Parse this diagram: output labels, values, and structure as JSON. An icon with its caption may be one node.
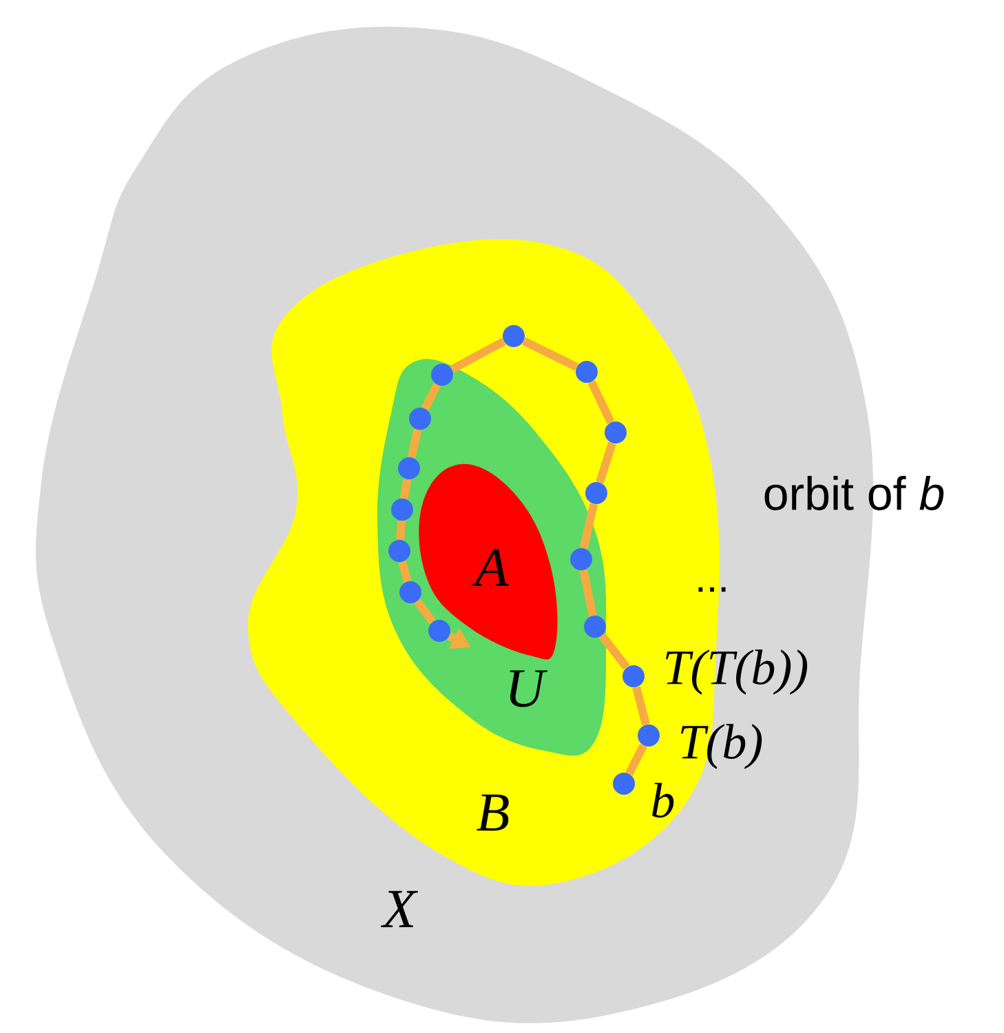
{
  "diagram": {
    "nodes": [
      {
        "text": [
          "X"
        ]
      },
      {
        "text": [
          "B"
        ],
        "in": 0
      },
      {
        "text": [
          "U"
        ],
        "in": 1
      },
      {
        "text": [
          "A"
        ],
        "in": 2
      },
      {
        "text": [],
        "shape": "circle",
        "beside": [
          "b"
        ],
        "in": 1
      },
      {
        "text": [],
        "shape": "circle",
        "beside": [
          "T(b)"
        ],
        "in": 1
      },
      {
        "text": [],
        "shape": "circle",
        "beside": [
          "T(T(b))"
        ],
        "in": 1
      },
      {
        "text": [],
        "shape": "circle",
        "in": 2
      },
      {
        "text": [],
        "shape": "circle",
        "in": 2
      },
      {
        "text": [],
        "shape": "circle",
        "in": 1
      },
      {
        "text": [],
        "shape": "circle",
        "in": 1
      },
      {
        "text": [],
        "shape": "circle",
        "in": 1
      },
      {
        "text": [],
        "shape": "circle",
        "in": 1
      },
      {
        "text": [],
        "shape": "circle",
        "in": 2
      },
      {
        "text": [],
        "shape": "circle",
        "in": 2
      },
      {
        "text": [],
        "shape": "circle",
        "in": 2
      },
      {
        "text": [],
        "shape": "circle",
        "in": 2
      },
      {
        "text": [],
        "shape": "circle",
        "in": 2
      },
      {
        "text": [],
        "shape": "circle",
        "in": 2
      },
      {
        "text": [],
        "shape": "circle",
        "in": 2
      }
    ],
    "edges": [
      {
        "from": 4,
        "to": 5,
        "arrow": "none"
      },
      {
        "from": 5,
        "to": 6,
        "arrow": "none"
      },
      {
        "from": 6,
        "to": 7,
        "arrow": "none"
      },
      {
        "from": 7,
        "to": 8,
        "arrow": "none"
      },
      {
        "from": 8,
        "to": 9,
        "arrow": "none"
      },
      {
        "from": 9,
        "to": 10,
        "arrow": "none"
      },
      {
        "from": 10,
        "to": 11,
        "arrow": "none"
      },
      {
        "from": 11,
        "to": 12,
        "arrow": "none"
      },
      {
        "from": 12,
        "to": 13,
        "arrow": "none"
      },
      {
        "from": 13,
        "to": 14,
        "arrow": "none"
      },
      {
        "from": 14,
        "to": 15,
        "arrow": "none"
      },
      {
        "from": 15,
        "to": 16,
        "arrow": "none"
      },
      {
        "from": 16,
        "to": 17,
        "arrow": "none"
      },
      {
        "from": 17,
        "to": 18,
        "arrow": "none"
      },
      {
        "from": 18,
        "to": 19,
        "arrow": "none"
      },
      {
        "from": 19,
        "to": null,
        "arrow": "to"
      }
    ],
    "labels": [
      "orbit of *b*",
      "..."
    ]
  }
}
